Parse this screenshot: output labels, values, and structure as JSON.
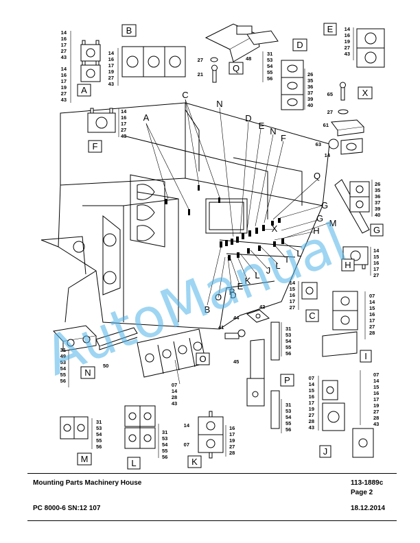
{
  "title_block": {
    "title": "Mounting Parts Machinery House",
    "drawing_number": "113-1889c",
    "page": "Page 2",
    "model": "PC 8000-6 SN:12 107",
    "date": "18.12.2014"
  },
  "watermark": "AutoManual",
  "detail_boxes": {
    "A": "A",
    "B": "B",
    "C": "C",
    "D": "D",
    "E": "E",
    "F": "F",
    "G": "G",
    "H": "H",
    "I": "I",
    "J": "J",
    "K": "K",
    "L": "L",
    "M": "M",
    "N": "N",
    "O": "O",
    "P": "P",
    "Q": "Q",
    "X": "X"
  },
  "callout_letters": {
    "A": "A",
    "B": "B",
    "C": "C",
    "D": "D",
    "E": "E",
    "F": "F",
    "G": "G",
    "H": "H",
    "I": "I",
    "J": "J",
    "K": "K",
    "L": "L",
    "M": "M",
    "N": "N",
    "O": "O",
    "P": "P",
    "Q": "Q",
    "X": "X"
  },
  "part_lists": {
    "A_top": [
      "14",
      "16",
      "17",
      "27",
      "43"
    ],
    "A_bottom": [
      "14",
      "16",
      "17",
      "19",
      "27",
      "43"
    ],
    "B": [
      "14",
      "16",
      "17",
      "19",
      "27",
      "43"
    ],
    "Q": [
      "31",
      "53",
      "54",
      "55",
      "56"
    ],
    "D": [
      "26",
      "35",
      "36",
      "37",
      "39",
      "40"
    ],
    "E": [
      "14",
      "16",
      "19",
      "27",
      "43"
    ],
    "F": [
      "14",
      "16",
      "17",
      "27",
      "43"
    ],
    "G": [
      "26",
      "35",
      "36",
      "37",
      "39",
      "40"
    ],
    "H": [
      "14",
      "15",
      "16",
      "17",
      "27"
    ],
    "C": [
      "14",
      "15",
      "16",
      "17",
      "27"
    ],
    "I": [
      "07",
      "14",
      "15",
      "16",
      "17",
      "27",
      "28"
    ],
    "N": [
      "31",
      "49",
      "53",
      "54",
      "55",
      "56"
    ],
    "O": [
      "07",
      "14",
      "28",
      "43"
    ],
    "P_top": [
      "31",
      "53",
      "54",
      "55",
      "56"
    ],
    "P_bottom": [
      "31",
      "53",
      "54",
      "55",
      "56"
    ],
    "J_left": [
      "07",
      "14",
      "15",
      "16",
      "17",
      "19",
      "27",
      "28",
      "43"
    ],
    "J_right": [
      "07",
      "14",
      "15",
      "16",
      "17",
      "19",
      "27",
      "28",
      "43"
    ],
    "M": [
      "31",
      "53",
      "54",
      "55",
      "56"
    ],
    "L": [
      "31",
      "53",
      "54",
      "55",
      "56"
    ],
    "K_right": [
      "16",
      "17",
      "19",
      "27",
      "28"
    ]
  },
  "part_numbers": {
    "q27": "27",
    "q21": "21",
    "q48": "48",
    "x65": "65",
    "x27": "27",
    "x61": "61",
    "x63": "63",
    "x14": "14",
    "n50": "50",
    "c42": "42",
    "c44": "44",
    "c41": "41",
    "c45": "45",
    "k14": "14",
    "k07": "07"
  }
}
